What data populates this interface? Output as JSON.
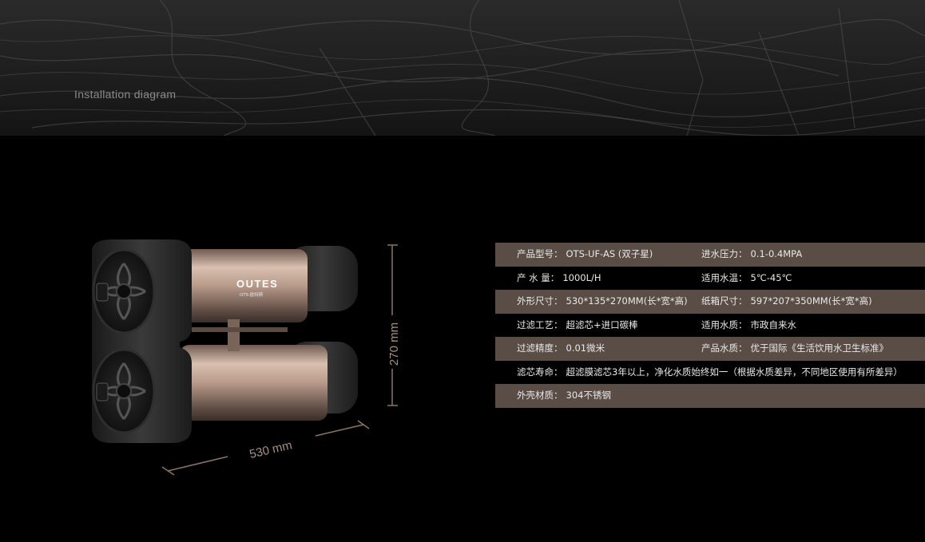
{
  "banner": {
    "title": "Installation diagram"
  },
  "product": {
    "brand": "OUTES",
    "brand_sub": "OTS·欧特斯",
    "dimension_height": "270 mm",
    "dimension_width": "530 mm"
  },
  "specs": [
    {
      "k1": "产品型号：",
      "v1": "OTS-UF-AS (双子星)",
      "k2": "进水压力：",
      "v2": "0.1-0.4MPA",
      "shaded": true
    },
    {
      "k1": "产  水  量：",
      "v1": "1000L/H",
      "k2": "适用水温：",
      "v2": "5℃-45℃",
      "shaded": false
    },
    {
      "k1": "外形尺寸：",
      "v1": "530*135*270MM(长*宽*高)",
      "k2": "纸箱尺寸：",
      "v2": "597*207*350MM(长*宽*高)",
      "shaded": true
    },
    {
      "k1": "过滤工艺：",
      "v1": "超滤芯+进口碳棒",
      "k2": "适用水质：",
      "v2": "市政自来水",
      "shaded": false
    },
    {
      "k1": "过滤精度：",
      "v1": "0.01微米",
      "k2": "产品水质：",
      "v2": "优于国际《生活饮用水卫生标准》",
      "shaded": true
    },
    {
      "k1": "滤芯寿命：",
      "v1": "超滤膜滤芯3年以上，净化水质始终如一（根据水质差异，不同地区使用有所差异）",
      "k2": "",
      "v2": "",
      "shaded": false
    },
    {
      "k1": "外壳材质：",
      "v1": "304不锈钢",
      "k2": "",
      "v2": "",
      "shaded": true
    }
  ],
  "colors": {
    "row_shade": "#5a4d46",
    "dimension_line": "#8a7565",
    "steel": "#b89a8a"
  }
}
